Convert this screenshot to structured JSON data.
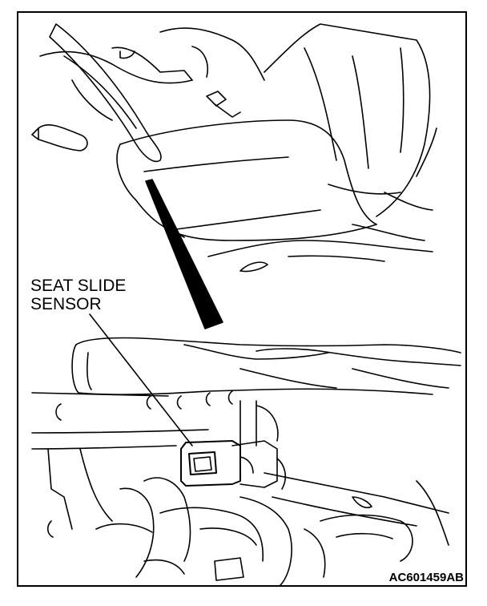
{
  "callout": {
    "line1": "SEAT SLIDE",
    "line2": "SENSOR"
  },
  "figure_id": "AC601459AB",
  "colors": {
    "ink": "#000000",
    "paper": "#ffffff"
  }
}
